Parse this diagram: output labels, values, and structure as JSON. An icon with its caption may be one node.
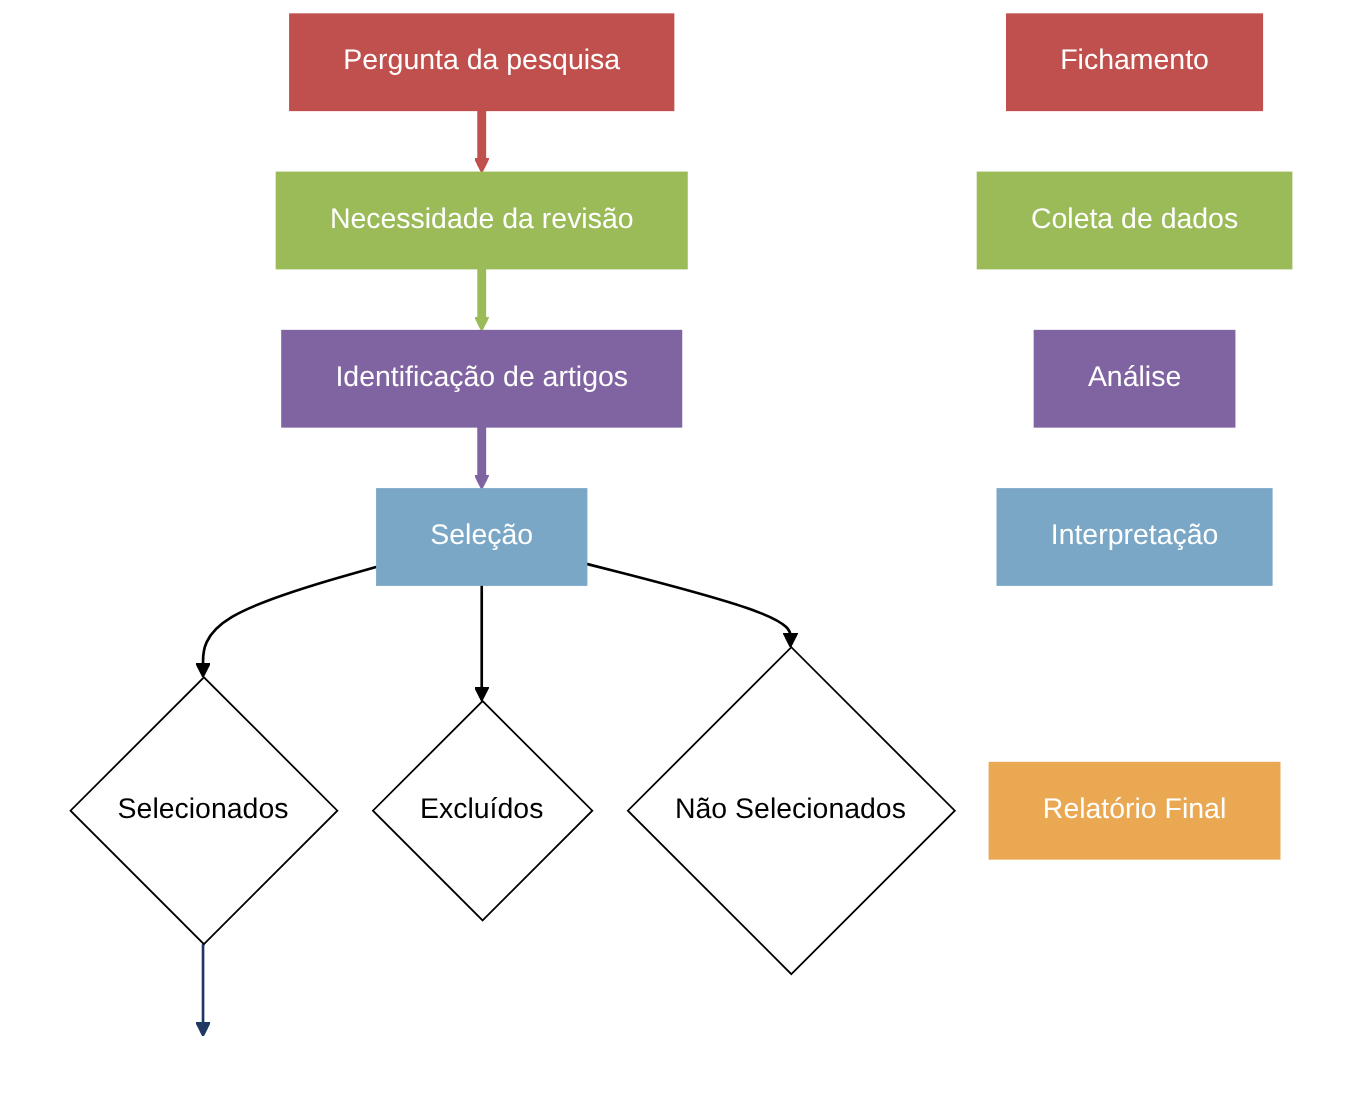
{
  "diagram": {
    "nodes": [
      {
        "text": [
          "Pergunta da pesquisa"
        ]
      },
      {
        "text": [
          "Necessidade da revisão"
        ]
      },
      {
        "text": [
          "Identificação de artigos"
        ]
      },
      {
        "text": [
          "Seleção"
        ]
      },
      {
        "text": [
          "Selecionados"
        ]
      },
      {
        "text": [
          "Excluídos"
        ]
      },
      {
        "text": [
          "Não Selecionados"
        ]
      },
      {
        "text": [
          "Fichamento"
        ]
      },
      {
        "text": [
          "Coleta de dados"
        ]
      },
      {
        "text": [
          "Análise"
        ]
      },
      {
        "text": [
          "Interpretação"
        ]
      },
      {
        "text": [
          "Relatório Final"
        ]
      }
    ],
    "edges": [
      {
        "from": 0,
        "to": 1,
        "arrow": "to",
        "style": "thick",
        "color": "#c0504d"
      },
      {
        "from": 1,
        "to": 2,
        "arrow": "to",
        "style": "thick",
        "color": "#9bbb59"
      },
      {
        "from": 2,
        "to": 3,
        "arrow": "to",
        "style": "thick",
        "color": "#8064a2"
      },
      {
        "from": 3,
        "to": 4,
        "arrow": "to"
      },
      {
        "from": 3,
        "to": 5,
        "arrow": "to"
      },
      {
        "from": 3,
        "to": 6,
        "arrow": "to"
      },
      {
        "from": 4,
        "to": null,
        "arrow": "to",
        "color": "#1f3864"
      }
    ]
  }
}
